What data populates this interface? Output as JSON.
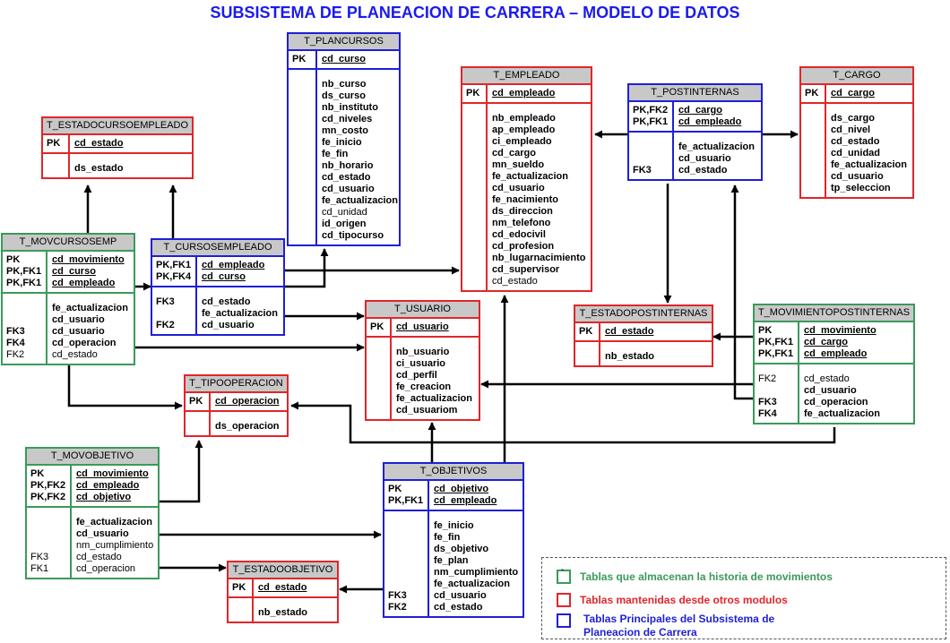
{
  "title": "SUBSISTEMA DE PLANEACION DE CARRERA – MODELO DE DATOS",
  "colors": {
    "historia": "#3a9a5a",
    "mantenidas": "#e0262b",
    "principales": "#1f1fd6",
    "header": "#c8c8c8"
  },
  "tables": {
    "t_plancursos": {
      "name": "T_PLANCURSOS",
      "pk_keys": [
        "PK"
      ],
      "pk_fields": [
        "cd_curso"
      ],
      "attr_keys": [],
      "attr_fields": [
        "nb_curso",
        "ds_curso",
        "nb_instituto",
        "cd_niveles",
        "mn_costo",
        "fe_inicio",
        "fe_fin",
        "nb_horario",
        "cd_estado",
        "cd_usuario",
        "fe_actualizacion",
        "cd_unidad",
        "id_origen",
        "cd_tipocurso"
      ]
    },
    "t_estadocursoempleado": {
      "name": "T_ESTADOCURSOEMPLEADO",
      "pk_keys": [
        "PK"
      ],
      "pk_fields": [
        "cd_estado"
      ],
      "attr_keys": [],
      "attr_fields": [
        "ds_estado"
      ]
    },
    "t_empleado": {
      "name": "T_EMPLEADO",
      "pk_keys": [
        "PK"
      ],
      "pk_fields": [
        "cd_empleado"
      ],
      "attr_keys": [],
      "attr_fields": [
        "nb_empleado",
        "ap_empleado",
        "ci_empleado",
        "cd_cargo",
        "mn_sueldo",
        "fe_actualizacion",
        "cd_usuario",
        "fe_nacimiento",
        "ds_direccion",
        "nm_telefono",
        "cd_edocivil",
        "cd_profesion",
        "nb_lugarnacimiento",
        "cd_supervisor",
        "cd_estado"
      ]
    },
    "t_postinternas": {
      "name": "T_POSTINTERNAS",
      "pk_keys": [
        "PK,FK2",
        "PK,FK1"
      ],
      "pk_fields": [
        "cd_cargo",
        "cd_empleado"
      ],
      "attr_keys": [
        "",
        "",
        "FK3"
      ],
      "attr_fields": [
        "fe_actualizacion",
        "cd_usuario",
        "cd_estado"
      ]
    },
    "t_cargo": {
      "name": "T_CARGO",
      "pk_keys": [
        "PK"
      ],
      "pk_fields": [
        "cd_cargo"
      ],
      "attr_keys": [],
      "attr_fields": [
        "ds_cargo",
        "cd_nivel",
        "cd_estado",
        "cd_unidad",
        "fe_actualizacion",
        "cd_usuario",
        "tp_seleccion"
      ]
    },
    "t_movcursosemp": {
      "name": "T_MOVCURSOSEMP",
      "pk_keys": [
        "PK",
        "PK,FK1",
        "PK,FK1"
      ],
      "pk_fields": [
        "cd_movimiento",
        "cd_curso",
        "cd_empleado"
      ],
      "attr_keys": [
        "",
        "",
        "FK3",
        "FK4",
        "FK2"
      ],
      "attr_fields": [
        "fe_actualizacion",
        "cd_usuario",
        "cd_usuario",
        "cd_operacion",
        "cd_estado"
      ]
    },
    "t_cursosempleado": {
      "name": "T_CURSOSEMPLEADO",
      "pk_keys": [
        "PK,FK1",
        "PK,FK4"
      ],
      "pk_fields": [
        "cd_empleado",
        "cd_curso"
      ],
      "attr_keys": [
        "FK3",
        "",
        "FK2"
      ],
      "attr_fields": [
        "cd_estado",
        "fe_actualizacion",
        "cd_usuario"
      ]
    },
    "t_usuario": {
      "name": "T_USUARIO",
      "pk_keys": [
        "PK"
      ],
      "pk_fields": [
        "cd_usuario"
      ],
      "attr_keys": [],
      "attr_fields": [
        "nb_usuario",
        "ci_usuario",
        "cd_perfil",
        "fe_creacion",
        "fe_actualizacion",
        "cd_usuariom"
      ]
    },
    "t_estadopostinternas": {
      "name": "T_ESTADOPOSTINTERNAS",
      "pk_keys": [
        "PK"
      ],
      "pk_fields": [
        "cd_estado"
      ],
      "attr_keys": [],
      "attr_fields": [
        "nb_estado"
      ]
    },
    "t_movimientopostinternas": {
      "name": "T_MOVIMIENTOPOSTINTERNAS",
      "pk_keys": [
        "PK",
        "PK,FK1",
        "PK,FK1"
      ],
      "pk_fields": [
        "cd_movimiento",
        "cd_cargo",
        "cd_empleado"
      ],
      "attr_keys": [
        "FK2",
        "",
        "FK3",
        "FK4"
      ],
      "attr_fields": [
        "cd_estado",
        "cd_usuario",
        "cd_operacion",
        "fe_actualizacion"
      ]
    },
    "t_tipooperacion": {
      "name": "T_TIPOOPERACION",
      "pk_keys": [
        "PK"
      ],
      "pk_fields": [
        "cd_operacion"
      ],
      "attr_keys": [],
      "attr_fields": [
        "ds_operacion"
      ]
    },
    "t_movobjetivo": {
      "name": "T_MOVOBJETIVO",
      "pk_keys": [
        "PK",
        "PK,FK2",
        "PK,FK2"
      ],
      "pk_fields": [
        "cd_movimiento",
        "cd_empleado",
        "cd_objetivo"
      ],
      "attr_keys": [
        "",
        "",
        "",
        "FK3",
        "FK1"
      ],
      "attr_fields": [
        "fe_actualizacion",
        "cd_usuario",
        "nm_cumplimiento",
        "cd_estado",
        "cd_operacion"
      ]
    },
    "t_objetivos": {
      "name": "T_OBJETIVOS",
      "pk_keys": [
        "PK",
        "PK,FK1"
      ],
      "pk_fields": [
        "cd_objetivo",
        "cd_empleado"
      ],
      "attr_keys": [
        "",
        "",
        "",
        "",
        "",
        "",
        "FK3",
        "FK2"
      ],
      "attr_fields": [
        "fe_inicio",
        "fe_fin",
        "ds_objetivo",
        "fe_plan",
        "nm_cumplimiento",
        "fe_actualizacion",
        "cd_usuario",
        "cd_estado"
      ]
    },
    "t_estadoobjetivo": {
      "name": "T_ESTADOOBJETIVO",
      "pk_keys": [
        "PK"
      ],
      "pk_fields": [
        "cd_estado"
      ],
      "attr_keys": [],
      "attr_fields": [
        "nb_estado"
      ]
    }
  },
  "legend": {
    "historia_mark": "`",
    "historia": "Tablas que almacenan la historia de movimientos",
    "mantenidas": "Tablas mantenidas desde otros modulos",
    "principales_line1": "Tablas Principales del Subsistema de",
    "principales_line2": "Planeacion de Carrera"
  }
}
